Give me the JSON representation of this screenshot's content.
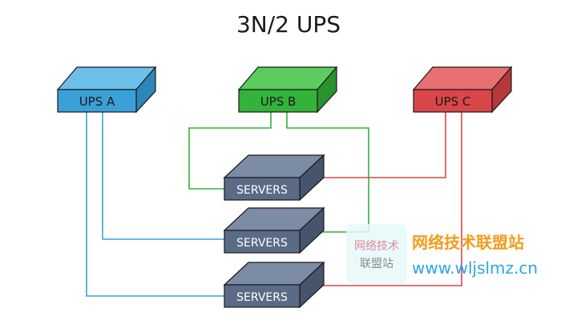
{
  "title": "3N/2 UPS",
  "ups": [
    {
      "label": "UPS A",
      "color": "#3aa1d8",
      "top_color": "#6bbfe8",
      "side_color": "#2d86b8"
    },
    {
      "label": "UPS B",
      "color": "#34b23a",
      "top_color": "#5ccc5f",
      "side_color": "#2a932f"
    },
    {
      "label": "UPS C",
      "color": "#d9464a",
      "top_color": "#e87073",
      "side_color": "#b8373a"
    }
  ],
  "servers": [
    {
      "label": "SERVERS"
    },
    {
      "label": "SERVERS"
    },
    {
      "label": "SERVERS"
    }
  ],
  "server_colors": {
    "front": "#5a6b86",
    "top": "#7d8ca5",
    "side": "#46546c"
  },
  "watermark": {
    "logo_line1": "网络技术",
    "logo_line2": "联盟站",
    "name": "网络技术联盟站",
    "url": "www.wljslmz.cn",
    "name_color": "#f39c1e",
    "url_color": "#2aa6e8"
  }
}
